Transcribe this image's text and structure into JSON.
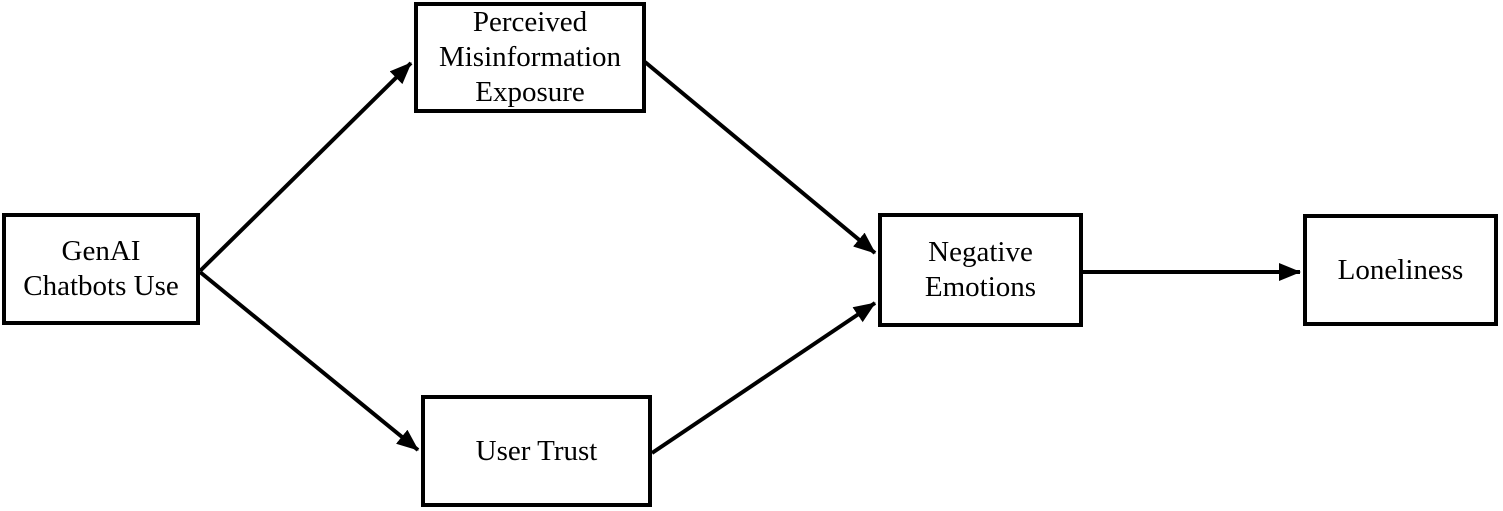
{
  "diagram": {
    "type": "path-model",
    "background_color": "#ffffff",
    "line_color": "#000000",
    "nodes": [
      {
        "id": "genai-chatbots-use",
        "label": "GenAI Chatbots Use"
      },
      {
        "id": "perceived-misinformation-exposure",
        "label": "Perceived Misinformation Exposure"
      },
      {
        "id": "user-trust",
        "label": "User Trust"
      },
      {
        "id": "negative-emotions",
        "label": "Negative Emotions"
      },
      {
        "id": "loneliness",
        "label": "Loneliness"
      }
    ],
    "edges": [
      {
        "from": "GenAI Chatbots Use",
        "to": "Perceived Misinformation Exposure"
      },
      {
        "from": "GenAI Chatbots Use",
        "to": "User Trust"
      },
      {
        "from": "Perceived Misinformation Exposure",
        "to": "Negative Emotions"
      },
      {
        "from": "User Trust",
        "to": "Negative Emotions"
      },
      {
        "from": "Negative Emotions",
        "to": "Loneliness"
      }
    ]
  }
}
